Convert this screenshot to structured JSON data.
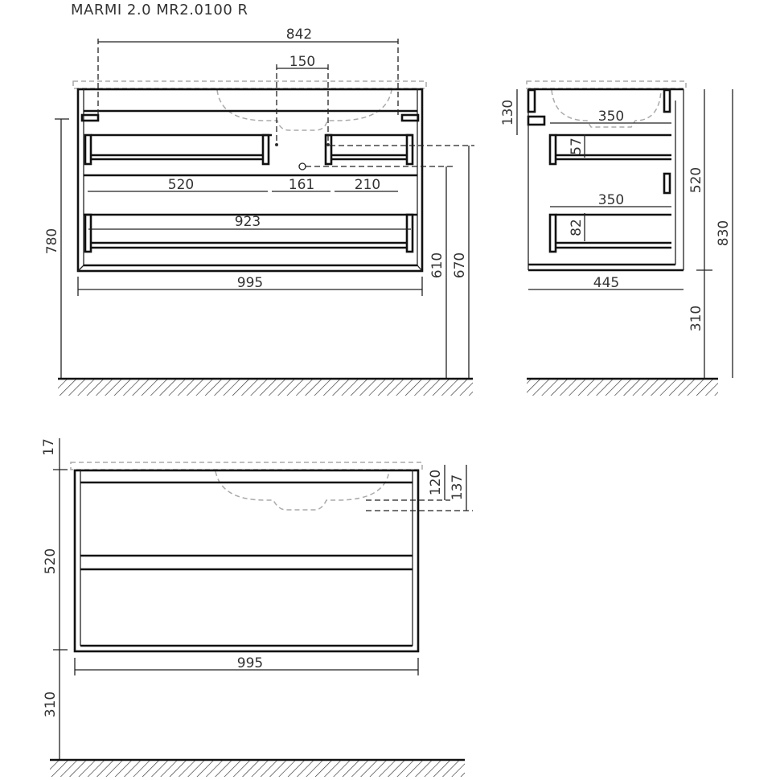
{
  "title": "MARMI 2.0 MR2.0100 R",
  "front_view": {
    "width_basin": "842",
    "drain_spacing": "150",
    "drawer_left": "520",
    "gap_mid": "161",
    "drawer_right": "210",
    "drawer_lower": "923",
    "total_width": "995",
    "height_780": "780",
    "height_610": "610",
    "height_670": "670"
  },
  "side_view": {
    "top_130": "130",
    "depth_upper": "350",
    "drawer_upper_h": "57",
    "depth_lower": "350",
    "drawer_lower_h": "82",
    "cabinet_height": "520",
    "total_height": "830",
    "depth": "445",
    "floor_gap": "310"
  },
  "bottom_view": {
    "top_17": "17",
    "depth_120": "120",
    "depth_137": "137",
    "cabinet_height": "520",
    "total_width": "995",
    "floor_gap": "310"
  }
}
